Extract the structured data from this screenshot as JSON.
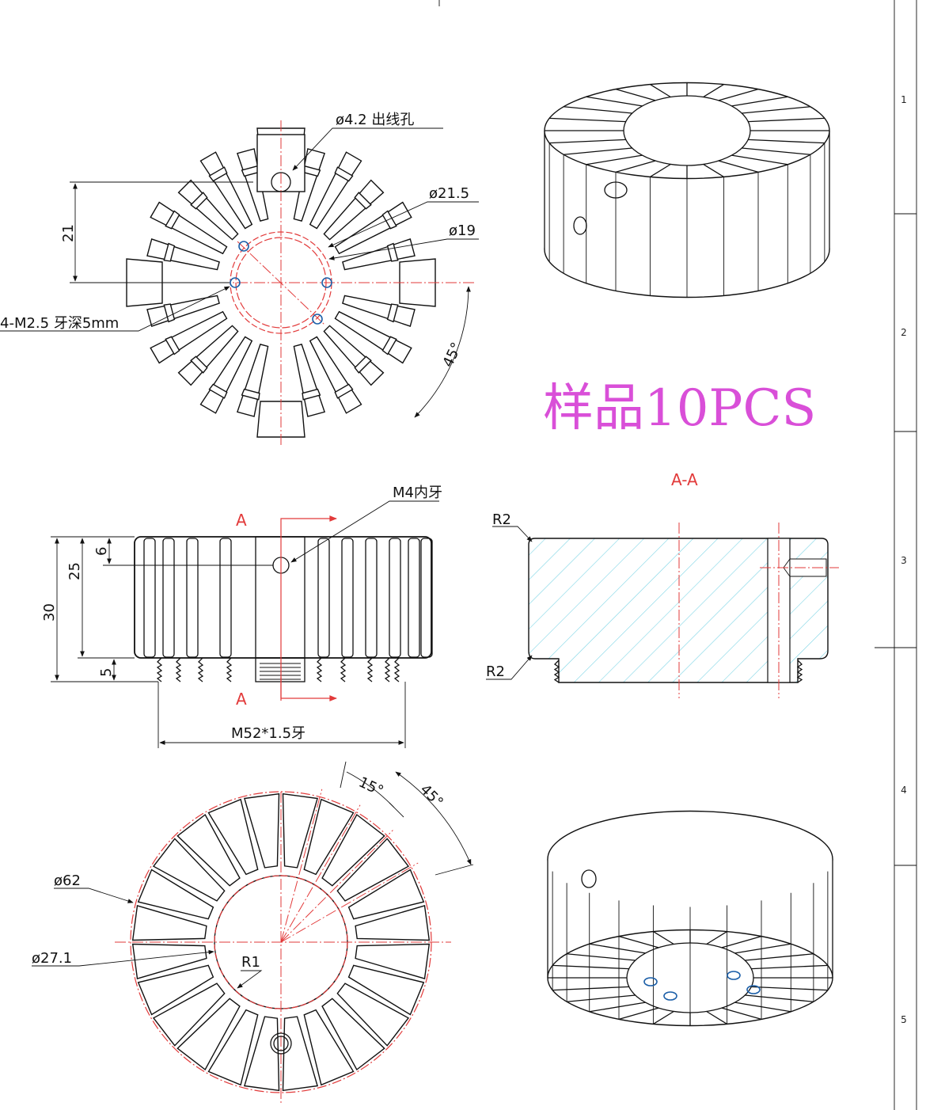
{
  "sample_note": "样品10PCS",
  "section_label": "A-A",
  "section_mark": "A",
  "top_view": {
    "hole_label": "ø4.2 出线孔",
    "dia_outer": "ø21.5",
    "dia_inner": "ø19",
    "offset": "21",
    "thread_holes": "4-M2.5 牙深5mm",
    "angle": "45°"
  },
  "side_view": {
    "thread_label": "M4内牙",
    "h30": "30",
    "h25": "25",
    "h6": "6",
    "h5": "5",
    "base_thread": "M52*1.5牙"
  },
  "section_view": {
    "r_top": "R2",
    "r_bottom": "R2"
  },
  "bottom_view": {
    "angle15": "15°",
    "angle45": "45°",
    "dia62": "ø62",
    "dia27": "ø27.1",
    "r1": "R1"
  },
  "title_block_zones": [
    "1",
    "2",
    "3",
    "4",
    "5"
  ],
  "colors": {
    "centerline": "#e23a3a",
    "hole_marker": "#1c5fa8",
    "sample_text": "#d94fd8",
    "hatch": "#7fd6e6"
  }
}
